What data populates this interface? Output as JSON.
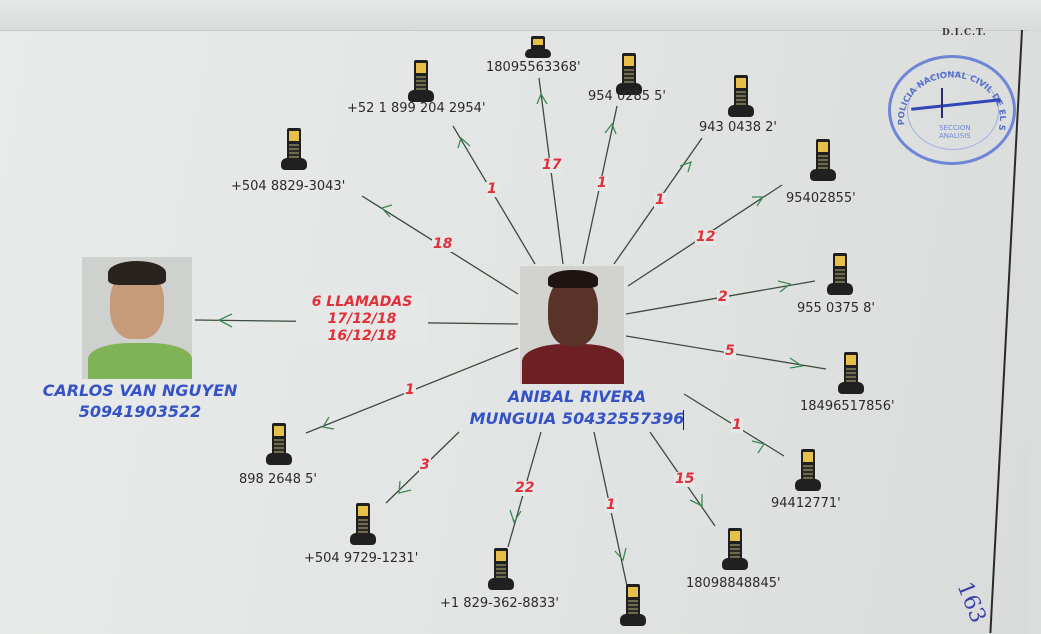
{
  "document": {
    "header_code": "D.I.C.T.",
    "page_number_handwritten": "163"
  },
  "stamp": {
    "ring_text": "POLICIA NACIONAL CIVIL DE EL SALVADOR",
    "section_line1": "SECCION",
    "section_line2": "ANALISIS",
    "color": "#6d86d6"
  },
  "central_person": {
    "name_line1": "ANIBAL RIVERA",
    "name_line2": "MUNGUIA 50432557396"
  },
  "linked_person": {
    "name": "CARLOS VAN NGUYEN",
    "phone": "50941903522",
    "call_summary": {
      "label": "6 LLAMADAS",
      "date1": "17/12/18",
      "date2": "16/12/18"
    }
  },
  "contacts": [
    {
      "number": "+504 8829-3043'",
      "calls": "18"
    },
    {
      "number": "+52 1 899 204 2954'",
      "calls": "1"
    },
    {
      "number": "18095563368'",
      "calls": "17"
    },
    {
      "number": "954 0285 5'",
      "calls": "1"
    },
    {
      "number": "943 0438 2'",
      "calls": "1"
    },
    {
      "number": "95402855'",
      "calls": "12"
    },
    {
      "number": "955 0375 8'",
      "calls": "2"
    },
    {
      "number": "18496517856'",
      "calls": "5"
    },
    {
      "number": "94412771'",
      "calls": "1"
    },
    {
      "number": "18098848845'",
      "calls": "15"
    },
    {
      "number": "",
      "calls": "1"
    },
    {
      "number": "+1 829-362-8833'",
      "calls": "22"
    },
    {
      "number": "+504 9729-1231'",
      "calls": "3"
    },
    {
      "number": "898 2648 5'",
      "calls": "1"
    }
  ],
  "colors": {
    "count_text": "#e0303a",
    "name_text": "#3553c4",
    "arrow_head": "#3b8a55",
    "edge_line": "#3d4a3f"
  }
}
